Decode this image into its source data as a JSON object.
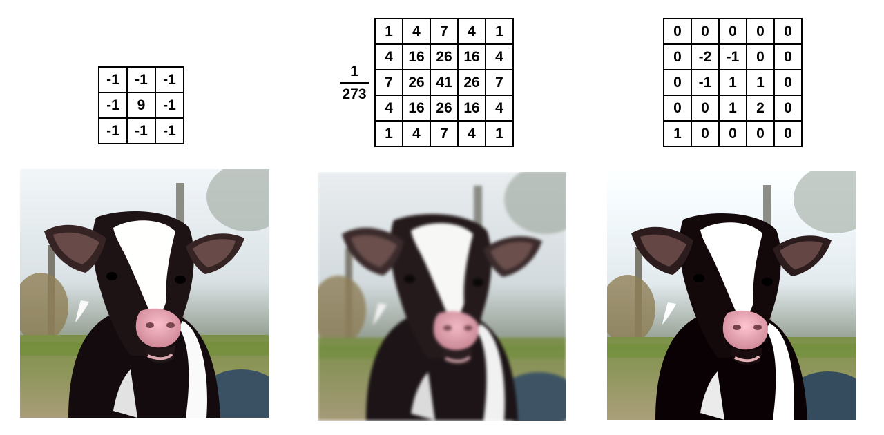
{
  "panels": [
    {
      "kernel": [
        [
          "-1",
          "-1",
          "-1"
        ],
        [
          "-1",
          "9",
          "-1"
        ],
        [
          "-1",
          "-1",
          "-1"
        ]
      ],
      "image": "calf-photo-sharpened"
    },
    {
      "normalizer": {
        "numerator": "1",
        "denominator": "273"
      },
      "kernel": [
        [
          "1",
          "4",
          "7",
          "4",
          "1"
        ],
        [
          "4",
          "16",
          "26",
          "16",
          "4"
        ],
        [
          "7",
          "26",
          "41",
          "26",
          "7"
        ],
        [
          "4",
          "16",
          "26",
          "16",
          "4"
        ],
        [
          "1",
          "4",
          "7",
          "4",
          "1"
        ]
      ],
      "image": "calf-photo-blurred"
    },
    {
      "kernel": [
        [
          "0",
          "0",
          "0",
          "0",
          "0"
        ],
        [
          "0",
          "-2",
          "-1",
          "0",
          "0"
        ],
        [
          "0",
          "-1",
          "1",
          "1",
          "0"
        ],
        [
          "0",
          "0",
          "1",
          "2",
          "0"
        ],
        [
          "1",
          "0",
          "0",
          "0",
          "0"
        ]
      ],
      "image": "calf-photo-embossed"
    }
  ]
}
